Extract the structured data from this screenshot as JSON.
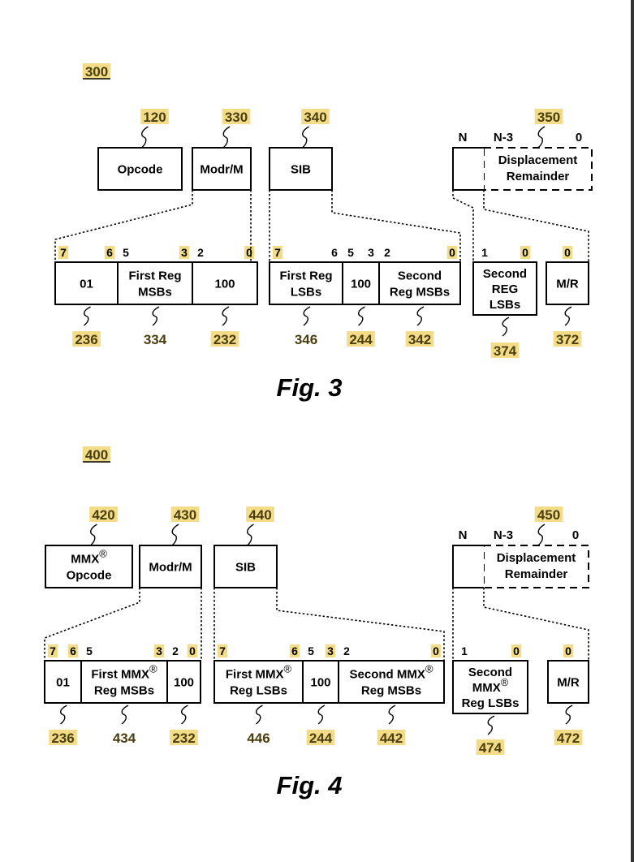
{
  "highlight_color": "#f3dc87",
  "figures": [
    {
      "ref": "300",
      "caption": "Fig. 3",
      "top_fields": [
        {
          "ref": "120",
          "lines": [
            "Opcode"
          ]
        },
        {
          "ref": "330",
          "lines": [
            "Modr/M"
          ]
        },
        {
          "ref": "340",
          "lines": [
            "SIB"
          ]
        }
      ],
      "displacement": {
        "ref": "350",
        "lines": [
          "Displacement",
          "Remainder"
        ],
        "bit_labels": [
          "N",
          "N-3",
          "0"
        ]
      },
      "modrm_fields": [
        {
          "ref": "236",
          "lines": [
            "01"
          ],
          "bits": [
            "7",
            "6"
          ]
        },
        {
          "ref": "334",
          "lines": [
            "First Reg",
            "MSBs"
          ],
          "bits": [
            "5",
            "3"
          ]
        },
        {
          "ref": "232",
          "lines": [
            "100"
          ],
          "bits": [
            "2",
            "0"
          ]
        }
      ],
      "sib_fields": [
        {
          "ref": "346",
          "lines": [
            "First Reg",
            "LSBs"
          ],
          "bits": [
            "7",
            "6"
          ]
        },
        {
          "ref": "244",
          "lines": [
            "100"
          ],
          "bits": [
            "5",
            "3"
          ]
        },
        {
          "ref": "342",
          "lines": [
            "Second",
            "Reg MSBs"
          ],
          "bits": [
            "2",
            "0"
          ]
        }
      ],
      "disp_fields": [
        {
          "ref": "374",
          "lines": [
            "Second",
            "REG",
            "LSBs"
          ],
          "bits": [
            "1",
            "0"
          ]
        },
        {
          "ref": "372",
          "lines": [
            "M/R"
          ],
          "bits": [
            "0"
          ]
        }
      ]
    },
    {
      "ref": "400",
      "caption": "Fig. 4",
      "top_fields": [
        {
          "ref": "420",
          "lines": [
            "MMX®",
            "Opcode"
          ]
        },
        {
          "ref": "430",
          "lines": [
            "Modr/M"
          ]
        },
        {
          "ref": "440",
          "lines": [
            "SIB"
          ]
        }
      ],
      "displacement": {
        "ref": "450",
        "lines": [
          "Displacement",
          "Remainder"
        ],
        "bit_labels": [
          "N",
          "N-3",
          "0"
        ]
      },
      "modrm_fields": [
        {
          "ref": "236",
          "lines": [
            "01"
          ],
          "bits": [
            "7",
            "6"
          ]
        },
        {
          "ref": "434",
          "lines": [
            "First MMX®",
            "Reg MSBs"
          ],
          "bits": [
            "5",
            "3"
          ]
        },
        {
          "ref": "232",
          "lines": [
            "100"
          ],
          "bits": [
            "2",
            "0"
          ]
        }
      ],
      "sib_fields": [
        {
          "ref": "446",
          "lines": [
            "First MMX®",
            "Reg LSBs"
          ],
          "bits": [
            "7",
            "6"
          ]
        },
        {
          "ref": "244",
          "lines": [
            "100"
          ],
          "bits": [
            "5",
            "3"
          ]
        },
        {
          "ref": "442",
          "lines": [
            "Second MMX®",
            "Reg MSBs"
          ],
          "bits": [
            "2",
            "0"
          ]
        }
      ],
      "disp_fields": [
        {
          "ref": "474",
          "lines": [
            "Second",
            "MMX®",
            "Reg LSBs"
          ],
          "bits": [
            "1",
            "0"
          ]
        },
        {
          "ref": "472",
          "lines": [
            "M/R"
          ],
          "bits": [
            "0"
          ]
        }
      ]
    }
  ]
}
